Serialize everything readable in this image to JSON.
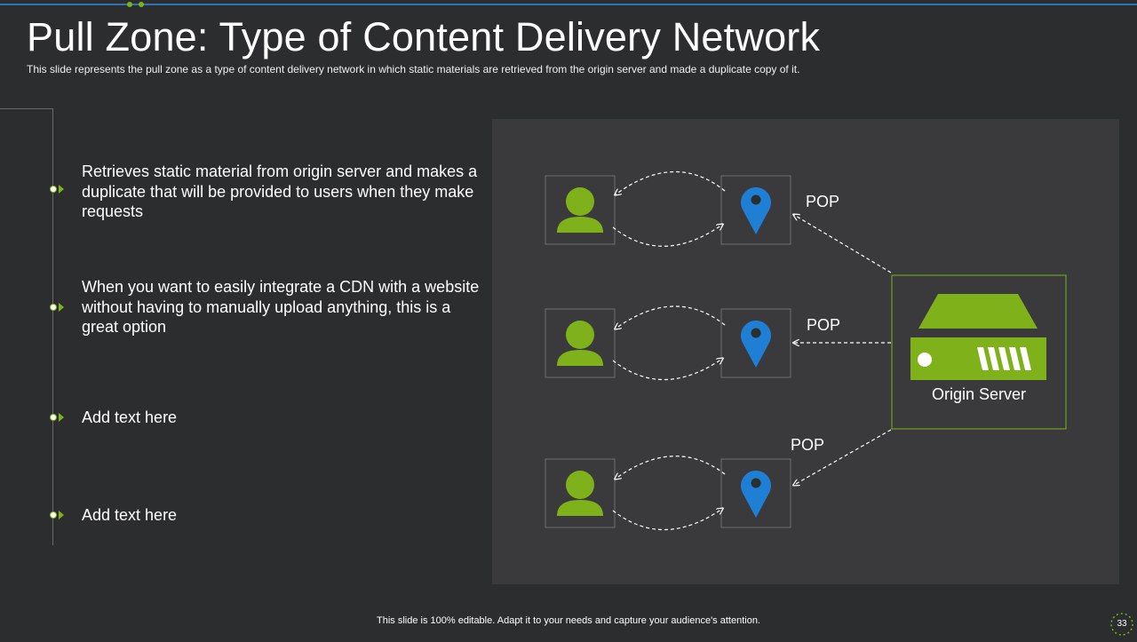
{
  "slide": {
    "title": "Pull Zone: Type of Content Delivery Network",
    "subtitle": "This slide represents the pull zone as a type of content delivery network in which static materials are retrieved  from the origin server  and made a duplicate copy of it.",
    "footer": "This slide is 100% editable.  Adapt it to your needs and capture your audience's attention.",
    "page_number": "33"
  },
  "bullets": [
    {
      "text": "Retrieves static material from origin server and makes a duplicate that will be provided to users when they make requests"
    },
    {
      "text": "When you want to easily integrate a CDN with a website without having to manually upload anything, this is a great option"
    },
    {
      "text": "Add text here"
    },
    {
      "text": "Add text here"
    }
  ],
  "diagram": {
    "pops": [
      {
        "label": "POP"
      },
      {
        "label": "POP"
      },
      {
        "label": "POP"
      }
    ],
    "origin_server": {
      "label": "Origin Server"
    }
  },
  "colors": {
    "background": "#2c2d2f",
    "panel": "#3a3a3c",
    "accent_green": "#7fb21a",
    "pin_blue": "#1f7fd4",
    "top_line_blue": "#2e74b5"
  },
  "icons": {
    "user": "user-icon",
    "pin": "location-pin-icon",
    "server": "server-icon",
    "bullet": "bullet-arrow-icon"
  }
}
